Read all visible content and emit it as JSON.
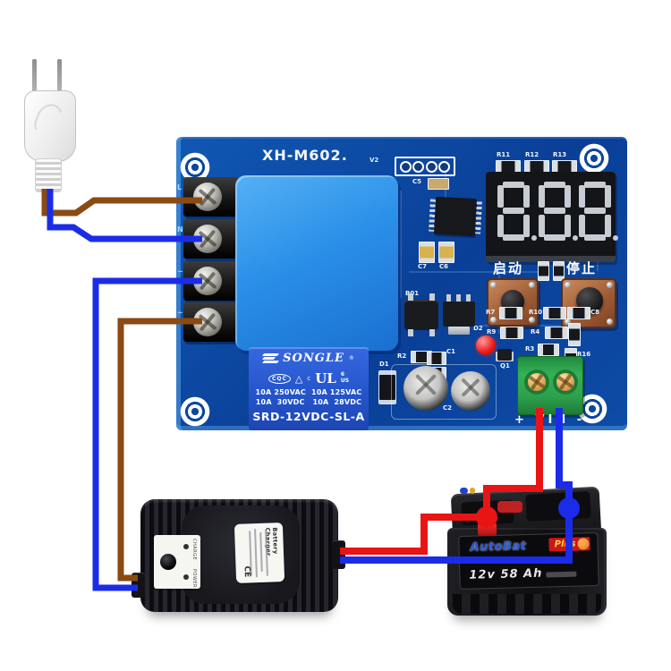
{
  "pcb": {
    "model": "XH-M602.",
    "version": "V2",
    "terminal_labels": [
      "L",
      "N",
      "~",
      "~"
    ],
    "silkscreen": {
      "c5": "C5",
      "c6": "C6",
      "c7": "C7",
      "c8": "C8",
      "r11": "R11",
      "r12": "R12",
      "r13": "R13",
      "r7": "R7",
      "r9": "R9",
      "r10": "R10",
      "r4": "R4",
      "r3": "R3",
      "r16": "R16",
      "r2": "R2",
      "c1": "C1",
      "c2": "C2",
      "d1": "D1",
      "d2": "D2",
      "q1": "Q1",
      "b01": "B01"
    },
    "buttons": {
      "start": "启动",
      "stop": "停止"
    },
    "vin_label": "+ VIN -"
  },
  "relay": {
    "brand": "SONGLE",
    "reg_mark": "®",
    "cert_cqc": "CQC",
    "cert_tri": "△",
    "cert_c": "c",
    "cert_ul": "UL",
    "cert_num": "6",
    "cert_us": "US",
    "ratings_line1": "10A 250VAC  10A 125VAC",
    "ratings_line2": "10A  30VDC   10A  28VDC",
    "part_number": "SRD-12VDC-SL-A"
  },
  "battery": {
    "brand": "AutoBat",
    "series": "Plus",
    "capacity": "12v 58 Ah"
  },
  "charger": {
    "label_title": "Battery Charger",
    "ce_mark": "CE",
    "led_charge": "CHARGE",
    "led_power": "POWER"
  },
  "colors": {
    "pcb": "#0d4ca6",
    "transformer_cover": "#2a90e8",
    "relay": "#2250c4",
    "terminal_green": "#2da04c",
    "wire_red": "#e91414",
    "wire_blue": "#1b2ce8",
    "wire_brown": "#8a4a12",
    "led_red": "#ea1717"
  }
}
